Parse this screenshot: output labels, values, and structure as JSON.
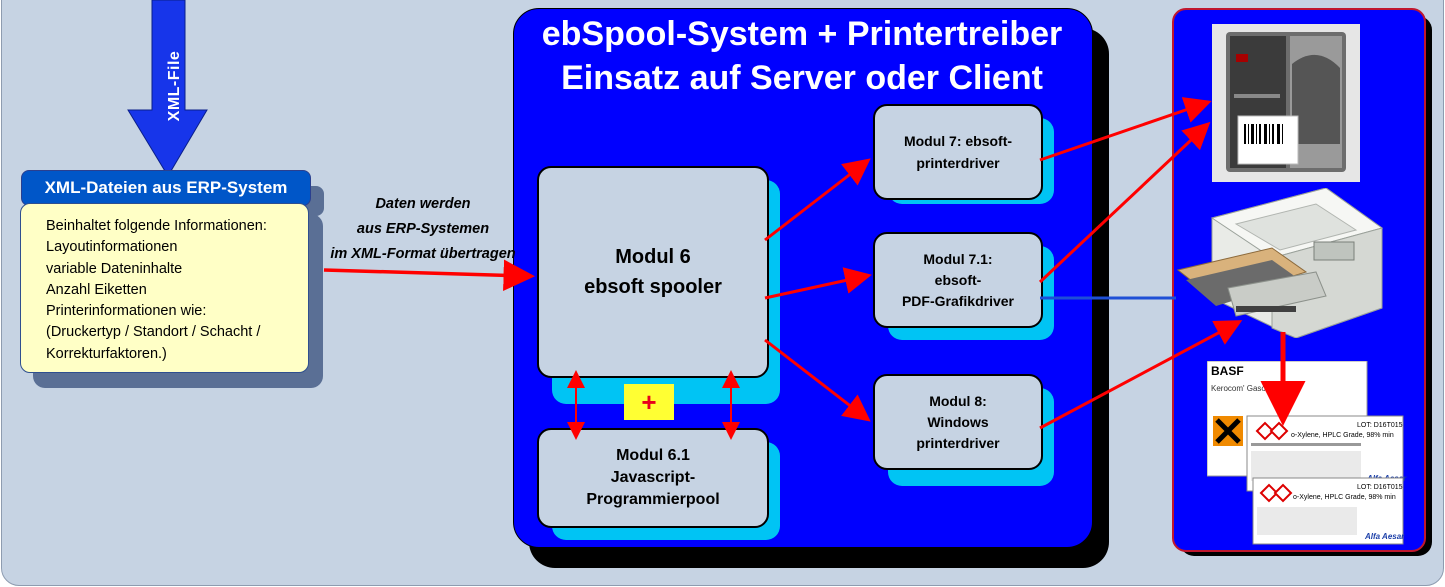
{
  "colors": {
    "background": "#c6d3e3",
    "panel_blue": "#0000ff",
    "module_fill": "#c6d3e3",
    "module_shadow": "#00c4f4",
    "arrow_red": "#ff0000",
    "connector_blue": "#1e4fd6",
    "xml_header": "#0056c8",
    "xml_body": "#ffffc6",
    "plus_box": "#ffff33",
    "right_panel_border": "#c0172e"
  },
  "input_arrow": {
    "label": "XML-File",
    "icon": "down-arrow-icon"
  },
  "xml_box": {
    "title": "XML-Dateien aus ERP-System",
    "lines": [
      "Beinhaltet folgende Informationen:",
      "Layoutinformationen",
      "variable Dateninhalte",
      "Anzahl Eiketten",
      "Printerinformationen wie:",
      "(Druckertyp / Standort / Schacht /",
      "Korrekturfaktoren.)"
    ]
  },
  "transfer_caption": {
    "line1": "Daten werden",
    "line2": "aus ERP-Systemen",
    "line3": "im XML-Format übertragen"
  },
  "main_panel": {
    "title_line1": "ebSpool-System + Printertreiber",
    "title_line2": "Einsatz auf Server oder Client"
  },
  "modules": {
    "m6": {
      "line1": "Modul 6",
      "line2": "ebsoft spooler"
    },
    "m61": {
      "line1": "Modul 6.1",
      "line2": "Javascript-",
      "line3": "Programmierpool"
    },
    "m7": {
      "line1": "Modul 7: ebsoft-",
      "line2": "printerdriver"
    },
    "m71": {
      "line1": "Modul 7.1:",
      "line2": "ebsoft-",
      "line3": "PDF-Grafikdriver"
    },
    "m8": {
      "line1": "Modul 8:",
      "line2": "Windows",
      "line3": "printerdriver"
    }
  },
  "plus_symbol": "+",
  "devices": {
    "label_printer": {
      "icon": "label-printer-icon"
    },
    "laser_printer": {
      "icon": "laser-printer-icon"
    },
    "labels_output": {
      "icon": "printed-labels-icon",
      "label_brand": "BASF",
      "label_product": "Kerocom' Gasoline",
      "label1_product": "o-Xylene, HPLC Grade, 98% min",
      "label2_product": "o-Xylene, HPLC Grade, 98% min",
      "label1_lot": "LOT: D16T015",
      "label2_lot": "LOT: D16T015",
      "vendor": "Alfa Aesar"
    }
  }
}
